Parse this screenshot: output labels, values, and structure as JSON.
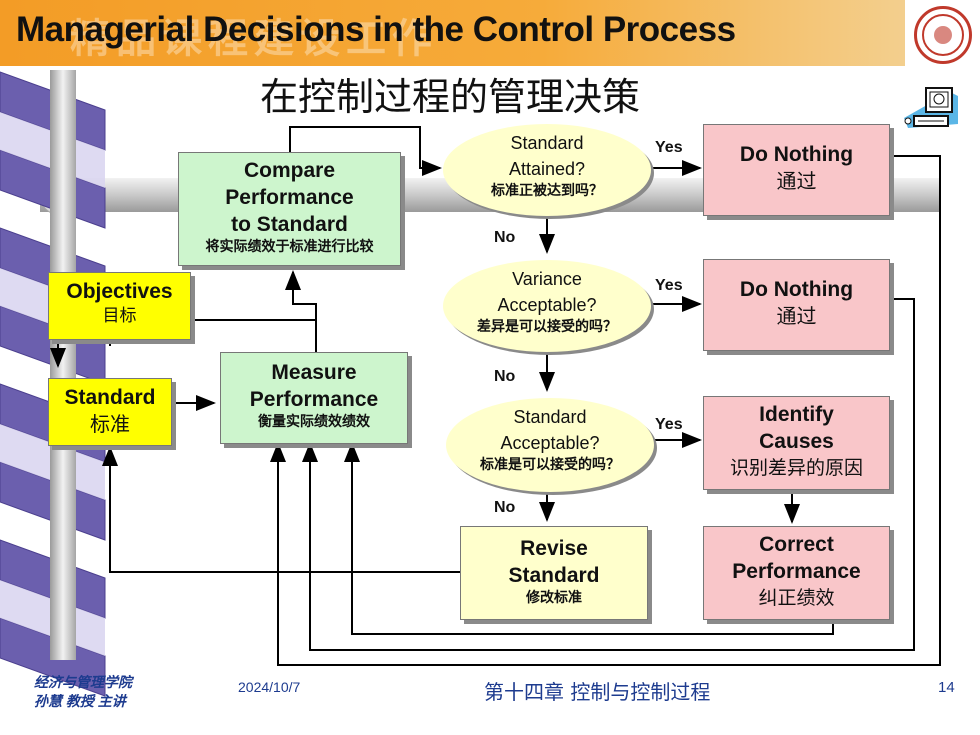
{
  "slide": {
    "title": "Managerial Decisions in the Control Process",
    "subtitle": "在控制过程的管理决策"
  },
  "boxes": {
    "compare": {
      "l1": "Compare",
      "l2": "Performance",
      "l3": "to Standard",
      "zh": "将实际绩效于标准进行比较"
    },
    "objectives": {
      "en": "Objectives",
      "zh": "目标"
    },
    "standard": {
      "en": "Standard",
      "zh": "标准"
    },
    "measure": {
      "l1": "Measure",
      "l2": "Performance",
      "zh": "衡量实际绩效绩效"
    },
    "revise": {
      "l1": "Revise",
      "l2": "Standard",
      "zh": "修改标准"
    },
    "do_nothing_1": {
      "en": "Do Nothing",
      "zh": "通过"
    },
    "do_nothing_2": {
      "en": "Do Nothing",
      "zh": "通过"
    },
    "identify": {
      "l1": "Identify",
      "l2": "Causes",
      "zh": "识别差异的原因"
    },
    "correct": {
      "l1": "Correct",
      "l2": "Performance",
      "zh": "纠正绩效"
    }
  },
  "decisions": {
    "attained": {
      "l1": "Standard",
      "l2": "Attained?",
      "zh": "标准正被达到吗？"
    },
    "variance": {
      "l1": "Variance",
      "l2": "Acceptable?",
      "zh": "差异是可以接受的吗？"
    },
    "acceptable": {
      "l1": "Standard",
      "l2": "Acceptable?",
      "zh": "标准是可以接受的吗？"
    }
  },
  "arrow_labels": {
    "yes": "Yes",
    "no": "No"
  },
  "footer": {
    "org_line1": "经济与管理学院",
    "org_line2": "孙慧 教授 主讲",
    "date": "2024/10/7",
    "chapter": "第十四章 控制与控制过程",
    "page": "14"
  },
  "colors": {
    "header": "#f39c26",
    "green": "#cdf5cd",
    "yellow": "#ffff00",
    "pink": "#f9c6c9",
    "cream": "#ffffcc",
    "footer_text": "#1d3b8f"
  }
}
